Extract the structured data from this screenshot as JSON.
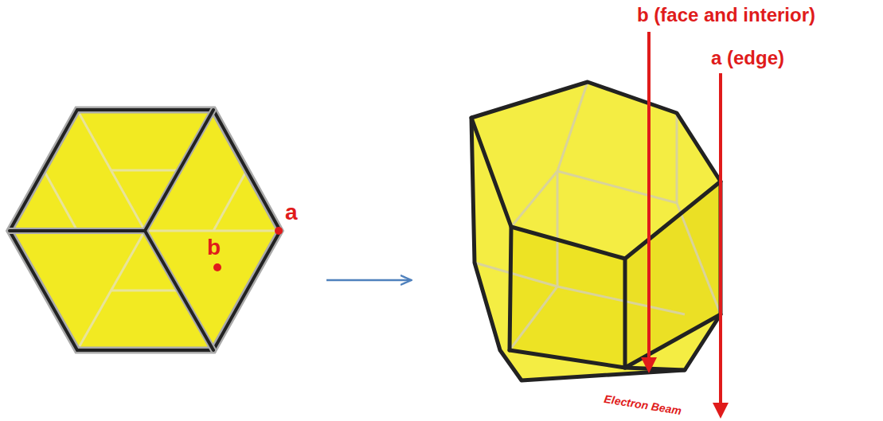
{
  "diagram": {
    "labels": [
      "a",
      "b",
      "b (face and interior)",
      "a (edge)",
      "Electron Beam"
    ]
  }
}
